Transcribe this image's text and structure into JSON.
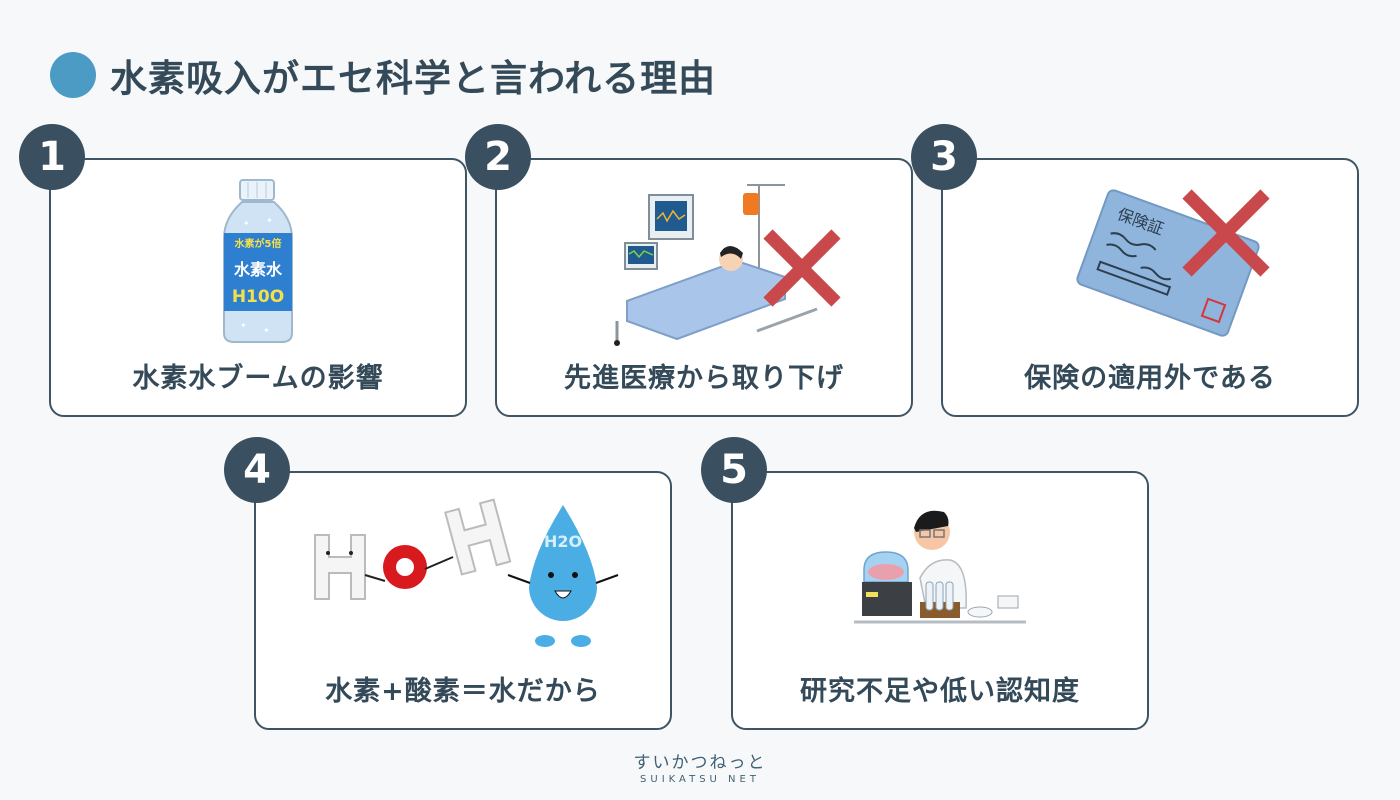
{
  "header": {
    "title": "水素吸入がエセ科学と言われる理由",
    "accent_color": "#4b9bc4"
  },
  "cards": [
    {
      "number": "1",
      "label": "水素水ブームの影響",
      "illustration": "hydrogen-water-bottle",
      "bottle_text": {
        "top": "水素が5倍",
        "middle": "水素水",
        "bottom": "H10O"
      }
    },
    {
      "number": "2",
      "label": "先進医療から取り下げ",
      "illustration": "hospital-bed-with-x"
    },
    {
      "number": "3",
      "label": "保険の適用外である",
      "illustration": "insurance-card-with-x",
      "card_text": "保険証"
    },
    {
      "number": "4",
      "label": "水素+酸素＝水だから",
      "illustration": "h2o-characters",
      "drop_text": "H2O"
    },
    {
      "number": "5",
      "label": "研究不足や低い認知度",
      "illustration": "scientist-lab"
    }
  ],
  "footer": {
    "logo_jp": "すいかつねっと",
    "logo_en": "SUIKATSU NET"
  },
  "colors": {
    "badge": "#3a5060",
    "card_border": "#3f5563",
    "text": "#344a59",
    "cross": "#c9484b",
    "background": "#f7f8fa"
  }
}
